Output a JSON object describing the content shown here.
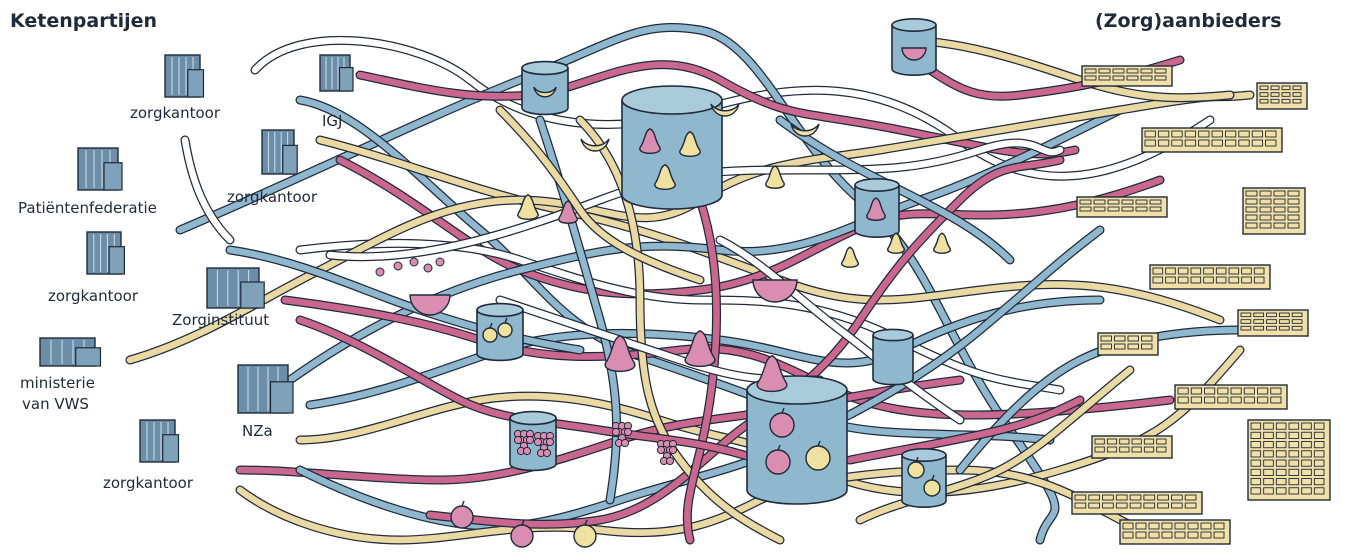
{
  "headers": {
    "left": "Ketenpartijen",
    "right": "(Zorg)aanbieders"
  },
  "parties": [
    {
      "label": "zorgkantoor"
    },
    {
      "label": "IGJ"
    },
    {
      "label": "Patiëntenfederatie"
    },
    {
      "label": "zorgkantoor"
    },
    {
      "label": "zorgkantoor"
    },
    {
      "label": "Zorginstituut"
    },
    {
      "label": "ministerie"
    },
    {
      "label": "van VWS"
    },
    {
      "label": "NZa"
    },
    {
      "label": "zorgkantoor"
    }
  ],
  "colors": {
    "blue": "#8fb7cd",
    "pink": "#c9678f",
    "yellow": "#ead9a3",
    "white": "#ffffff",
    "outline": "#1f2a3a",
    "fruit_yellow": "#f1e1a0",
    "fruit_pink": "#d98db0"
  }
}
